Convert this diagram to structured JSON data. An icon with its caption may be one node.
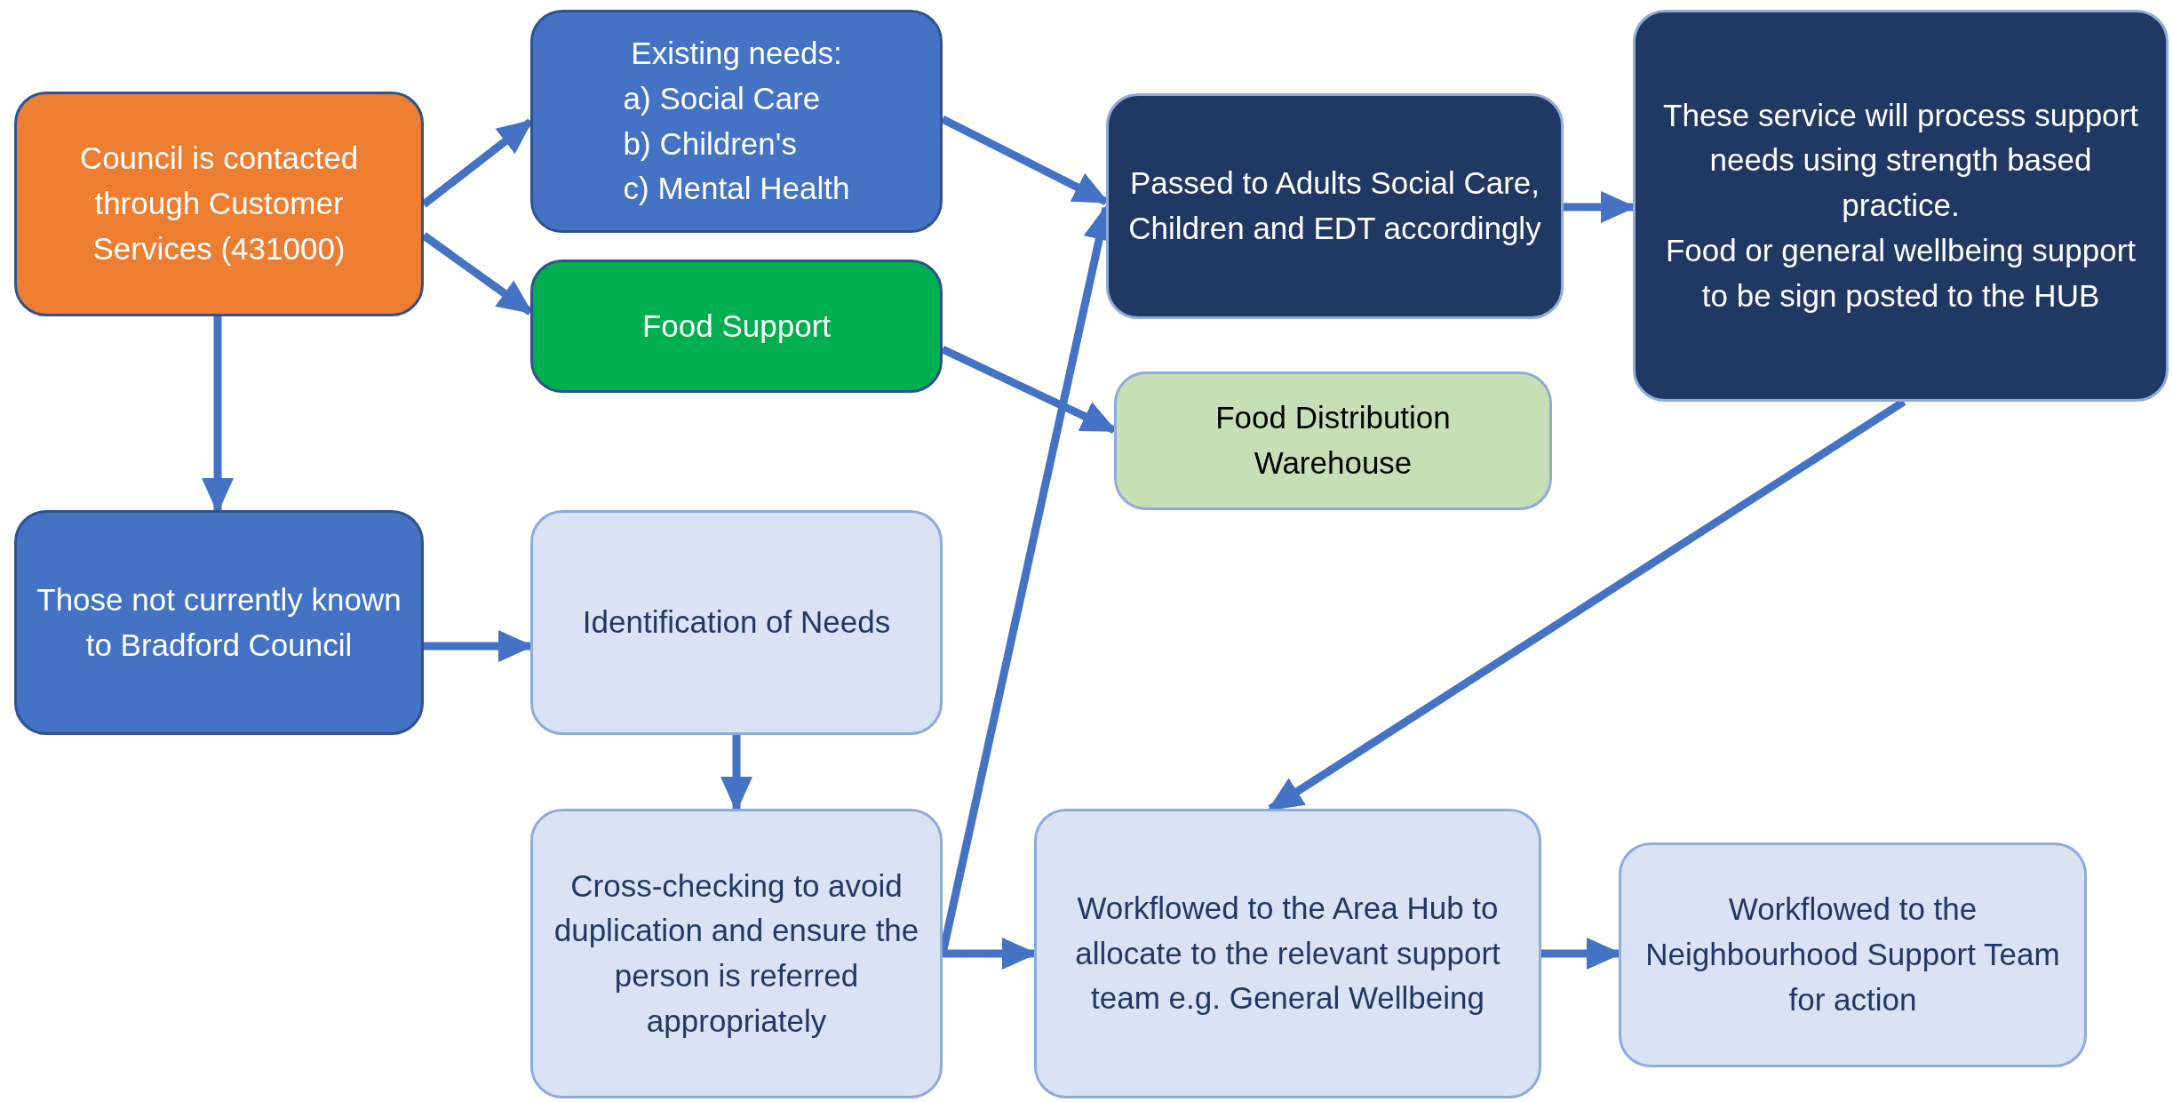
{
  "diagram": {
    "nodes": [
      {
        "text": [
          "Council is contacted through Customer Services (431000)"
        ]
      },
      {
        "text": [
          "Existing needs:",
          "a) Social Care",
          "b) Children's",
          "c) Mental Health"
        ]
      },
      {
        "text": [
          "Food Support"
        ]
      },
      {
        "text": [
          "Passed to Adults Social Care, Children and EDT accordingly"
        ]
      },
      {
        "text": [
          "These service will process support needs using strength based practice.",
          "Food or general wellbeing support to be sign posted to the HUB"
        ]
      },
      {
        "text": [
          "Food Distribution Warehouse"
        ]
      },
      {
        "text": [
          "Those not  currently known to Bradford Council"
        ]
      },
      {
        "text": [
          "Identification of Needs"
        ]
      },
      {
        "text": [
          "Cross-checking to avoid duplication and ensure the person is referred appropriately"
        ]
      },
      {
        "text": [
          "Workflowed to the Area Hub to allocate to the relevant support team e.g. General Wellbeing"
        ]
      },
      {
        "text": [
          "Workflowed to the Neighbourhood Support Team for action"
        ]
      }
    ],
    "edges": [
      {
        "from": 0,
        "to": 1,
        "arrow": "to"
      },
      {
        "from": 0,
        "to": 2,
        "arrow": "to"
      },
      {
        "from": 0,
        "to": 6,
        "arrow": "to"
      },
      {
        "from": 1,
        "to": 3,
        "arrow": "to"
      },
      {
        "from": 2,
        "to": 5,
        "arrow": "to"
      },
      {
        "from": 3,
        "to": 4,
        "arrow": "to"
      },
      {
        "from": 4,
        "to": 9,
        "arrow": "to"
      },
      {
        "from": 6,
        "to": 7,
        "arrow": "to"
      },
      {
        "from": 7,
        "to": 8,
        "arrow": "to"
      },
      {
        "from": 8,
        "to": 3,
        "arrow": "to"
      },
      {
        "from": 8,
        "to": 9,
        "arrow": "to"
      },
      {
        "from": 9,
        "to": 10,
        "arrow": "to"
      }
    ]
  }
}
